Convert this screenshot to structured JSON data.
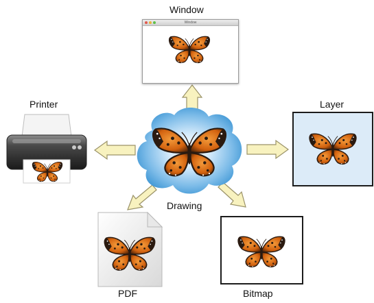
{
  "labels": {
    "window": "Window",
    "printer": "Printer",
    "layer": "Layer",
    "drawing": "Drawing",
    "pdf": "PDF",
    "bitmap": "Bitmap"
  },
  "window": {
    "titlebar_text": "Window"
  },
  "colors": {
    "arrow_fill": "#f8f2bf",
    "arrow_stroke": "#9a9268",
    "cloud_blue": "#3f97d5",
    "layer_bg": "#dcebf8",
    "butterfly_orange": "#d96a12",
    "butterfly_dark": "#2a1a10"
  },
  "icons": {
    "butterfly": "butterfly-icon",
    "printer": "printer-icon",
    "document": "pdf-document-icon",
    "arrow": "arrow-icon"
  }
}
